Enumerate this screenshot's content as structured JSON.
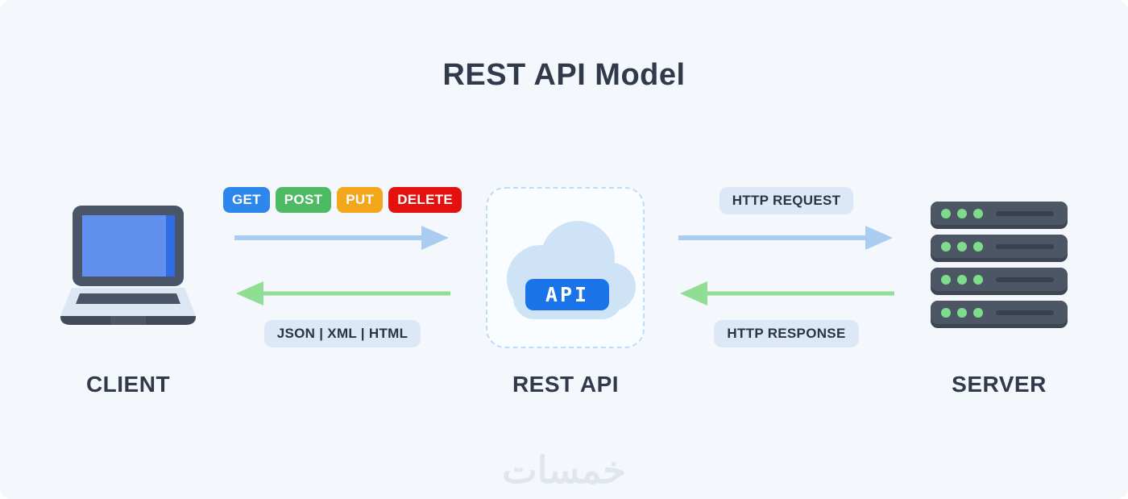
{
  "page": {
    "title": "REST API Model",
    "watermark": "خمسات"
  },
  "client": {
    "label": "CLIENT",
    "icon": "laptop-icon"
  },
  "rest_api": {
    "label": "REST API",
    "api_badge": "API",
    "icon": "cloud-icon"
  },
  "server": {
    "label": "SERVER",
    "icon": "server-rack-icon"
  },
  "request_flow": {
    "methods": [
      {
        "label": "GET",
        "color": "#2e87ec"
      },
      {
        "label": "POST",
        "color": "#4dbb63"
      },
      {
        "label": "PUT",
        "color": "#f3a71b"
      },
      {
        "label": "DELETE",
        "color": "#e5110e"
      }
    ],
    "http_request_label": "HTTP REQUEST",
    "http_response_label": "HTTP RESPONSE",
    "response_formats_label": "JSON | XML | HTML"
  },
  "colors": {
    "background": "#f4f8fc",
    "heading_text": "#313a4b",
    "request_arrow": "#abccf1",
    "response_arrow": "#90dd94",
    "pill_background": "#dce8f8",
    "api_chip_blue": "#1a73e8",
    "cloud_fill": "#cfe3f7",
    "icon_slate": "#4a5568",
    "server_led_green": "#7ddd8b"
  }
}
